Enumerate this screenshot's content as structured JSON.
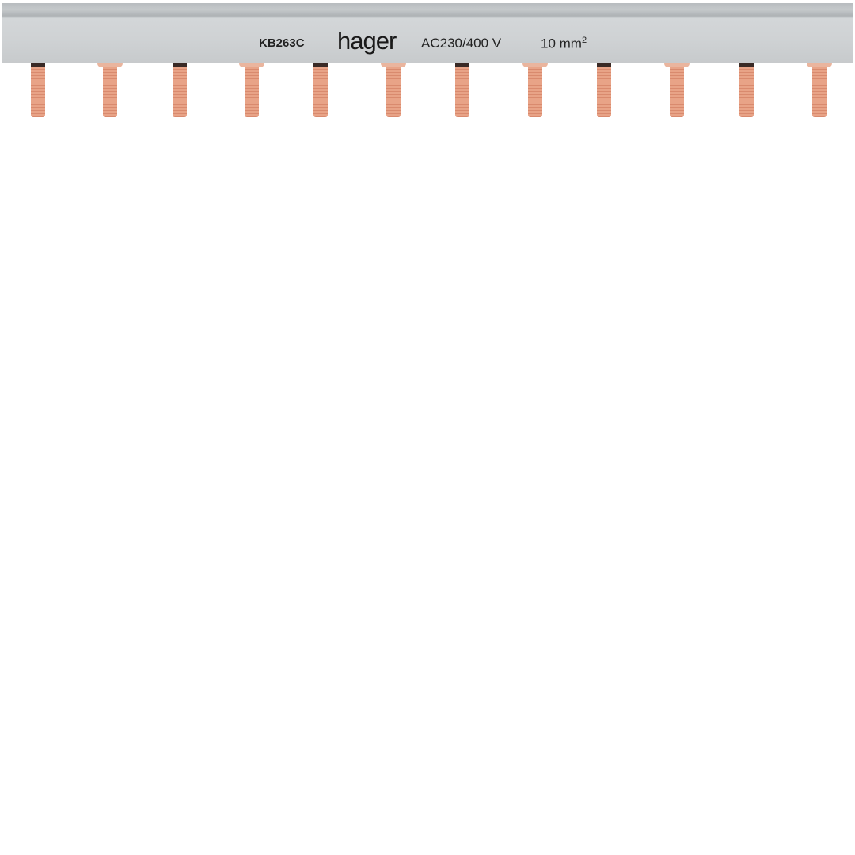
{
  "product": {
    "code": "KB263C",
    "brand": "hager",
    "voltage": "AC230/400 V",
    "cross_section": "10 mm",
    "cross_section_exp": "2",
    "pin_count": 12,
    "colors": {
      "bar": "#cfd2d4",
      "pins": "#e8a387"
    }
  }
}
